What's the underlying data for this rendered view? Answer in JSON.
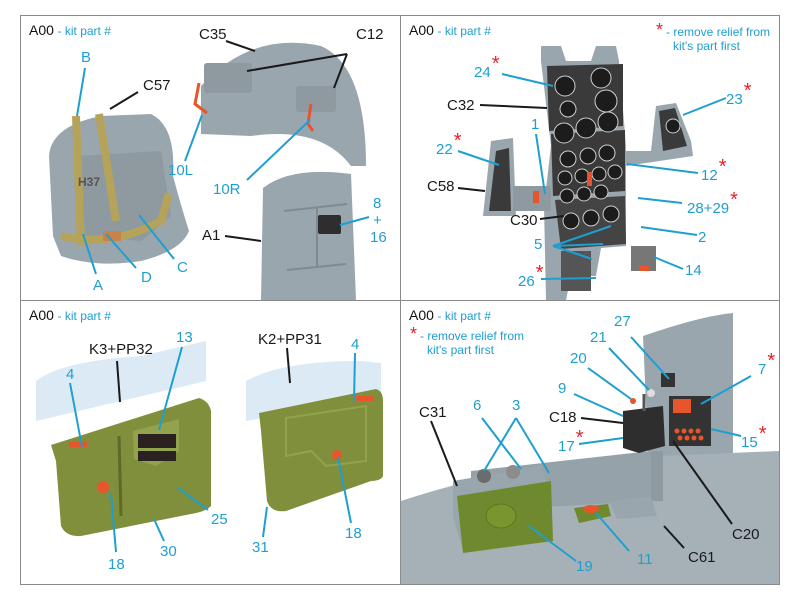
{
  "legend": {
    "code": "A00",
    "code_note": "- kit part #",
    "star_symbol": "*",
    "star_note_line1": "- remove relief from",
    "star_note_line2": "kit's part first"
  },
  "colors": {
    "callout_blue": "#1e9fcf",
    "kit_label_black": "#1a1a1a",
    "star_red": "#e8202a",
    "part_gray": "#9aa6ae",
    "panel_green": "#7f8f3c",
    "resin_orange": "#e8552a",
    "instrument_dark": "#3d3d3d"
  },
  "panels": [
    {
      "name": "seat-and-headrest",
      "kit_labels": [
        "C35",
        "C12",
        "C57",
        "A1"
      ],
      "callouts": [
        {
          "text": "B",
          "star": false
        },
        {
          "text": "10L",
          "star": false
        },
        {
          "text": "10R",
          "star": false
        },
        {
          "text": "8",
          "star": false
        },
        {
          "text": "+",
          "star": false
        },
        {
          "text": "16",
          "star": false
        },
        {
          "text": "A",
          "star": false
        },
        {
          "text": "D",
          "star": false
        },
        {
          "text": "C",
          "star": false
        }
      ],
      "embossed_label": "H37"
    },
    {
      "name": "instrument-panel",
      "kit_labels": [
        "C32",
        "C58",
        "C30"
      ],
      "callouts": [
        {
          "text": "24",
          "star": true
        },
        {
          "text": "23",
          "star": true
        },
        {
          "text": "1",
          "star": false
        },
        {
          "text": "22",
          "star": true
        },
        {
          "text": "12",
          "star": true
        },
        {
          "text": "28+29",
          "star": true
        },
        {
          "text": "2",
          "star": false
        },
        {
          "text": "5",
          "star": false
        },
        {
          "text": "14",
          "star": false
        },
        {
          "text": "26",
          "star": true
        }
      ]
    },
    {
      "name": "doors",
      "kit_labels": [
        "K3+PP32",
        "K2+PP31"
      ],
      "callouts": [
        {
          "text": "13",
          "star": false
        },
        {
          "text": "4",
          "star": false
        },
        {
          "text": "4",
          "star": false
        },
        {
          "text": "25",
          "star": false
        },
        {
          "text": "18",
          "star": false
        },
        {
          "text": "30",
          "star": false
        },
        {
          "text": "31",
          "star": false
        },
        {
          "text": "18",
          "star": false
        }
      ]
    },
    {
      "name": "side-console",
      "kit_labels": [
        "C31",
        "C18",
        "C20",
        "C61"
      ],
      "callouts": [
        {
          "text": "27",
          "star": false
        },
        {
          "text": "21",
          "star": false
        },
        {
          "text": "20",
          "star": false
        },
        {
          "text": "7",
          "star": true
        },
        {
          "text": "9",
          "star": false
        },
        {
          "text": "6",
          "star": false
        },
        {
          "text": "3",
          "star": false
        },
        {
          "text": "17",
          "star": true
        },
        {
          "text": "15",
          "star": true
        },
        {
          "text": "19",
          "star": false
        },
        {
          "text": "11",
          "star": false
        }
      ]
    }
  ]
}
